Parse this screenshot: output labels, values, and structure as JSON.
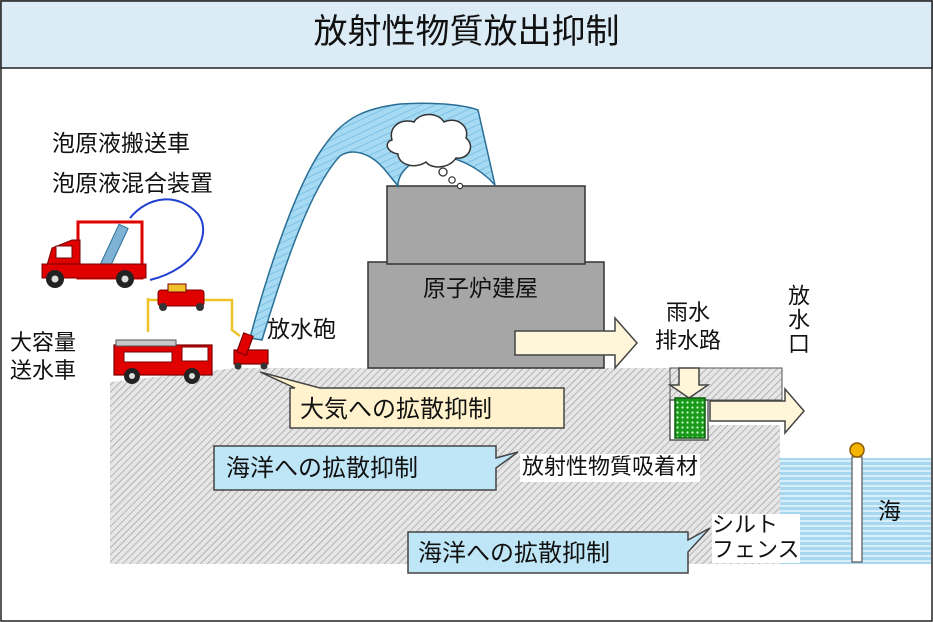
{
  "title": "放射性物質放出抑制",
  "labels": {
    "foam_truck_line1": "泡原液搬送車",
    "foam_truck_line2": "泡原液混合装置",
    "pump_truck": "大容量\n送水車",
    "water_cannon": "放水砲",
    "reactor_building": "原子炉建屋",
    "rain_drain": "雨水\n排水路",
    "outlet": "放水口",
    "adsorbent": "放射性物質吸着材",
    "silt_fence": "シルト\nフェンス",
    "sea": "海"
  },
  "callouts": {
    "atmosphere": "大気への拡散抑制",
    "ocean_1": "海洋への拡散抑制",
    "ocean_2": "海洋への拡散抑制"
  },
  "colors": {
    "title_bg": "#dcecf6",
    "callout_yellow": "#fff2cc",
    "callout_blue": "#bfe6f7",
    "building": "#a6a6a6",
    "sea": "#9fd4ee",
    "truck_red": "#e00000",
    "adsorbent": "#18a018"
  }
}
